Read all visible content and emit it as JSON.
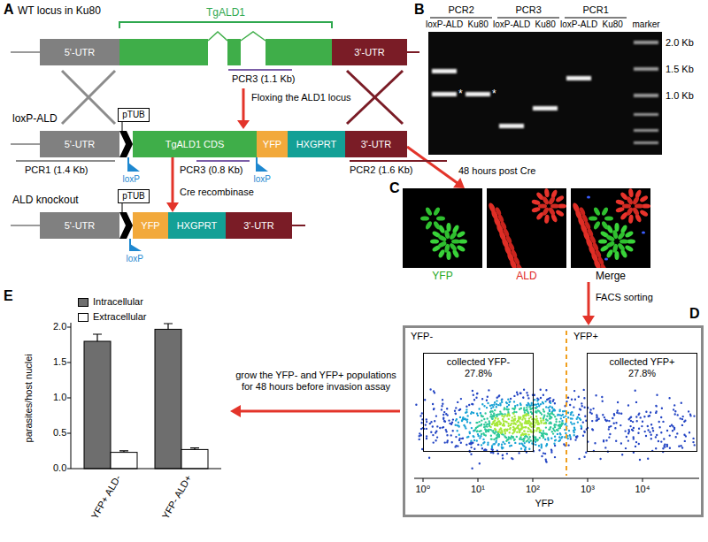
{
  "diagram": {
    "nodes": [
      {
        "text": [
          "5'-UTR"
        ]
      },
      {
        "text": [
          "3'-UTR"
        ]
      },
      {
        "text": [
          "pTUB"
        ]
      },
      {
        "text": [
          "5'-UTR"
        ]
      },
      {
        "text": [
          "TgALD1 CDS"
        ]
      },
      {
        "text": [
          "YFP"
        ]
      },
      {
        "text": [
          "HXGPRT"
        ]
      },
      {
        "text": [
          "3'-UTR"
        ]
      },
      {
        "text": [
          "pTUB"
        ]
      },
      {
        "text": [
          "5'-UTR"
        ]
      },
      {
        "text": [
          "YFP"
        ]
      },
      {
        "text": [
          "HXGPRT"
        ]
      },
      {
        "text": [
          "3'-UTR"
        ]
      },
      {
        "text": [
          "YFP"
        ]
      },
      {
        "text": [
          "ALD"
        ]
      },
      {
        "text": [
          "Merge"
        ]
      },
      {
        "text": [
          "YFP-",
          "YFP+"
        ]
      },
      {
        "text": [
          "collected YFP-",
          "27.8%"
        ],
        "in": 16
      },
      {
        "text": [
          "collected YFP+",
          "27.8%"
        ],
        "in": 16
      }
    ],
    "edges": [
      {
        "from": 4,
        "to": 11,
        "arrow": "to",
        "label": "Cre recombinase"
      },
      {
        "from": 7,
        "to": 13,
        "arrow": "to",
        "label": "48 hours post Cre"
      },
      {
        "from": 15,
        "to": 16,
        "arrow": "to",
        "label": "FACS sorting"
      }
    ],
    "labels": [
      "A",
      "WT locus in Ku80",
      "TgALD1",
      "PCR3 (1.1 Kb)",
      "Floxing the ALD1 locus",
      "loxP-ALD",
      "PCR1 (1.4 Kb)",
      "PCR3 (0.8 Kb)",
      "PCR2 (1.6 Kb)",
      "loxP",
      "loxP",
      "ALD knockout",
      "loxP",
      "B",
      "PCR2",
      "PCR3",
      "PCR1",
      "loxP-ALD",
      "Ku80",
      "loxP-ALD",
      "Ku80",
      "loxP-ALD",
      "Ku80",
      "marker",
      "2.0 Kb",
      "1.5 Kb",
      "1.0 Kb",
      "*",
      "*",
      "C",
      "D",
      "10⁰",
      "10¹",
      "10²",
      "10³",
      "10⁴",
      "YFP",
      "E",
      "parasites/host nuclei",
      "0.0",
      "0.5",
      "1.0",
      "1.5",
      "2.0",
      "YFP+ ALD-",
      "YFP- ALD+",
      "grow the YFP- and YFP+ populations for 48 hours before invasion assay"
    ],
    "legend": [
      {
        "text": "Intracellular",
        "color": "#6e6e6e"
      },
      {
        "text": "Extracellular",
        "color": "#ffffff"
      }
    ]
  }
}
